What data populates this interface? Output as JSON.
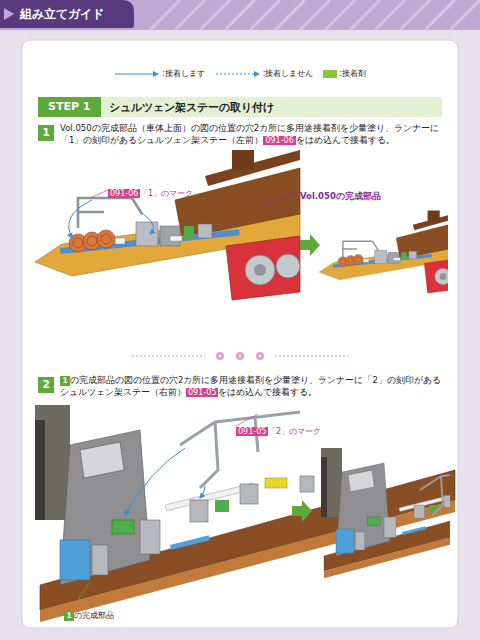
{
  "diagram": {
    "title": "組み立てガイド",
    "nodes": [
      {
        "text": [
          "STEP 1",
          "シュルツェン架ステーの取り付け"
        ]
      }
    ],
    "labels": [
      "1",
      "Vol.050の完成部品（車体上面）の図の位置の穴2カ所に多用途接着剤を少量塗り、ランナーに「1」の刻印があるシュルツェン架ステー（左前）",
      "091-06",
      "をはめ込んで接着する。",
      "091-06",
      "「1」のマーク",
      "Vol.050の完成部品",
      "2",
      "1",
      "の完成部品の図の位置の穴2カ所に多用途接着剤を少量塗り、ランナーに「2」の刻印があるシュルツェン架ステー（右前）",
      "091-05",
      "をはめ込んで接着する。",
      "091-05",
      "「2」のマーク",
      "1",
      "の完成部品"
    ],
    "legend": [
      {
        "text": ":接着します"
      },
      {
        "text": ":接着しません"
      },
      {
        "text": ":接着剤",
        "color": "#8cc63f"
      }
    ]
  }
}
